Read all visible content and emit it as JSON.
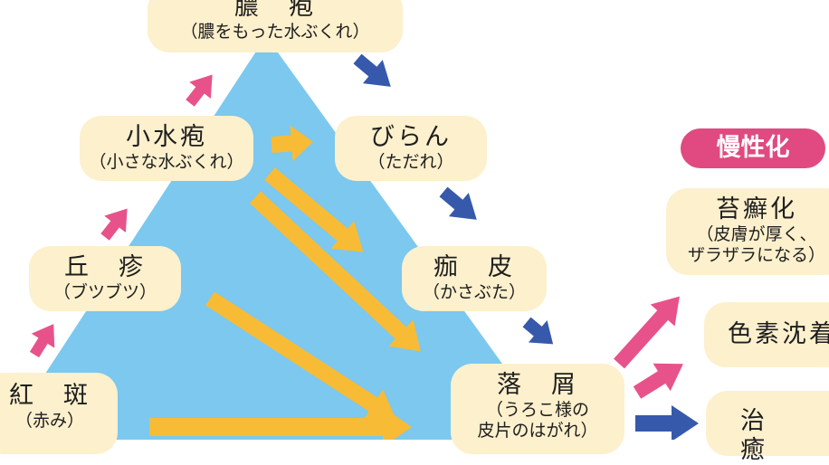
{
  "colors": {
    "triangle": "#7cc8ef",
    "node_fill": "#fdf0cd",
    "arrow_pink": "#e8528a",
    "arrow_blue": "#3659ac",
    "arrow_yellow": "#f7bb35",
    "badge": "#e04a80"
  },
  "nodes": {
    "noho": {
      "title": "膿　疱",
      "sub": "（膿をもった水ぶくれ）"
    },
    "shosuiho": {
      "title": "小水疱",
      "sub": "（小さな水ぶくれ）"
    },
    "biran": {
      "title": "びらん",
      "sub": "（ただれ）"
    },
    "kyushin": {
      "title": "丘　疹",
      "sub": "（ブツブツ）"
    },
    "kahi": {
      "title": "痂　皮",
      "sub": "（かさぶた）"
    },
    "kohan": {
      "title": "紅　斑",
      "sub": "（赤み）"
    },
    "rakusetsu": {
      "title": "落　屑",
      "sub1": "（うろこ様の",
      "sub2": "皮片のはがれ）"
    },
    "taisenka": {
      "title": "苔癬化",
      "sub1": "（皮膚が厚く、",
      "sub2": "ザラザラになる）"
    },
    "shikiso": {
      "title": "色素沈着"
    },
    "chiyu": {
      "title": "治　癒"
    }
  },
  "badge": {
    "label": "慢性化"
  }
}
